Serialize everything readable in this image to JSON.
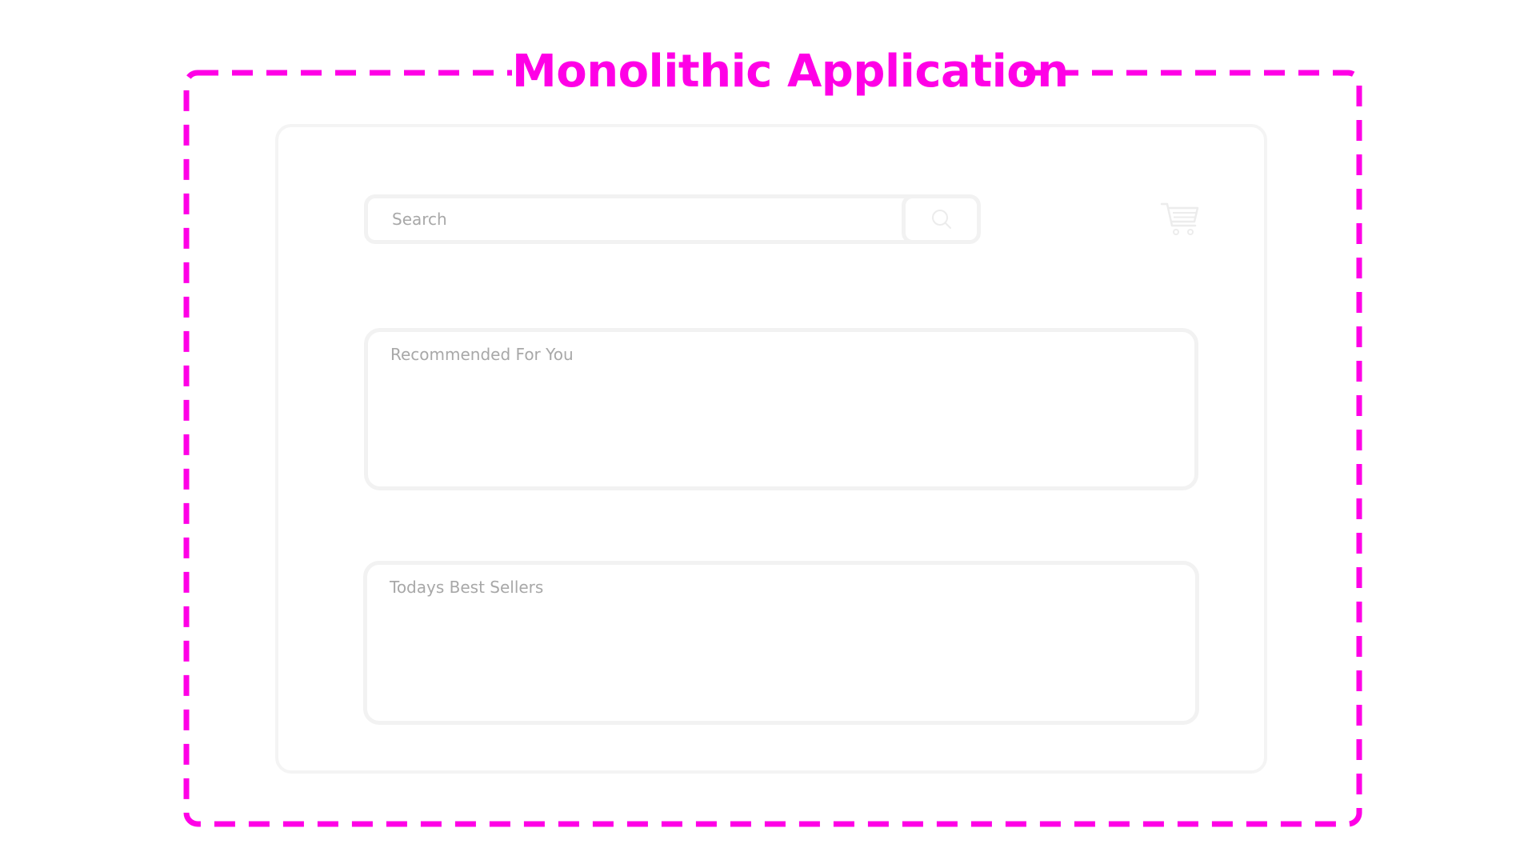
{
  "diagram": {
    "title": "Monolithic Application",
    "accent_color": "#ff00e6"
  },
  "app": {
    "search": {
      "placeholder": "Search",
      "button_icon": "search-icon"
    },
    "cart_icon": "shopping-cart-icon",
    "sections": [
      {
        "label": "Recommended For You"
      },
      {
        "label": "Todays Best Sellers"
      }
    ]
  }
}
